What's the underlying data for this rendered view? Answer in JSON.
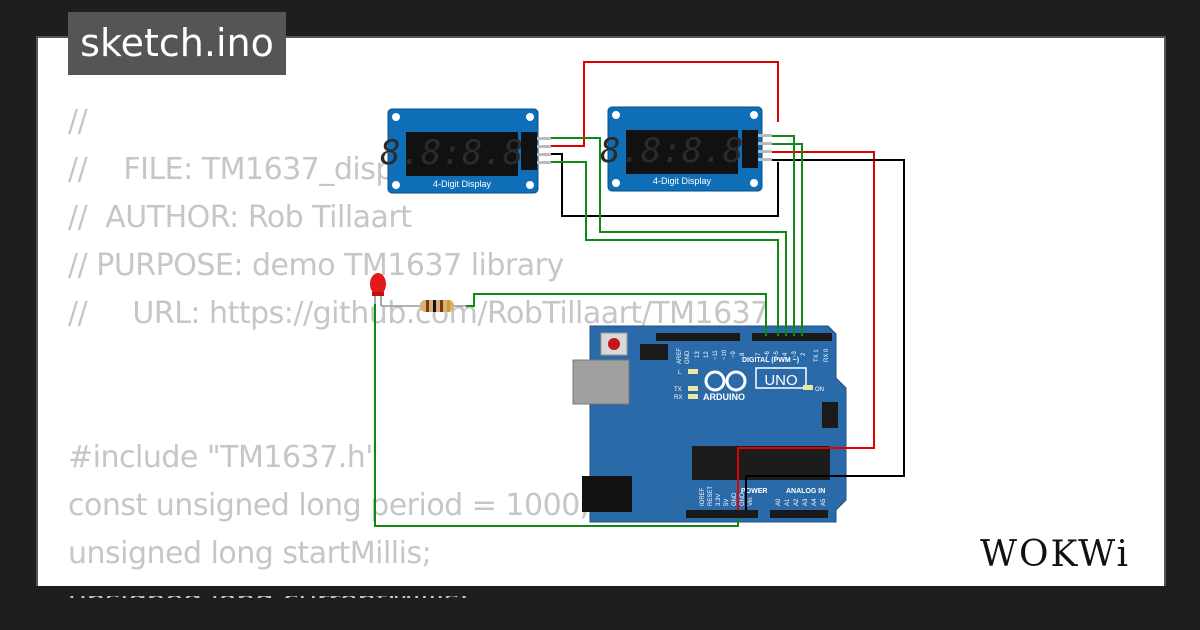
{
  "title": "sketch.ino",
  "code_lines": [
    "//",
    "//    FILE: TM1637_display.ino",
    "//  AUTHOR: Rob Tillaart",
    "// PURPOSE: demo TM1637 library",
    "//     URL: https://github.com/RobTillaart/TM1637",
    "",
    "",
    "#include \"TM1637.h\"",
    "const unsigned long period = 1000;",
    "unsigned long startMillis;",
    "unsigned long currentMillis;"
  ],
  "display_left": {
    "digits": "8.8:8.8.",
    "label": "4-Digit Display"
  },
  "display_right": {
    "digits": "8.8:8.8.",
    "label": "4-Digit Display"
  },
  "arduino": {
    "brand": "ARDUINO",
    "model": "UNO",
    "digital_label": "DIGITAL (PWM ~)",
    "power_label": "POWER",
    "analog_label": "ANALOG IN",
    "on_label": "ON",
    "l_label": "L",
    "tx_label": "TX",
    "rx_label": "RX",
    "top_pins": [
      "AREF",
      "GND",
      "13",
      "12",
      "~11",
      "~10",
      "~9",
      "8",
      "7",
      "~6",
      "~5",
      "4",
      "~3",
      "2",
      "TX 1",
      "RX 0"
    ],
    "power_pins": [
      "IOREF",
      "RESET",
      "3.3V",
      "5V",
      "GND",
      "GND",
      "Vin"
    ],
    "analog_pins": [
      "A0",
      "A1",
      "A2",
      "A3",
      "A4",
      "A5"
    ]
  },
  "logo": "WOKWi",
  "colors": {
    "background": "#1e1e1e",
    "card": "#ffffff",
    "board": "#2a6aa8",
    "display_pcb": "#0e6eb8",
    "wire_red": "#e00000",
    "wire_green": "#118811",
    "wire_black": "#000000"
  }
}
